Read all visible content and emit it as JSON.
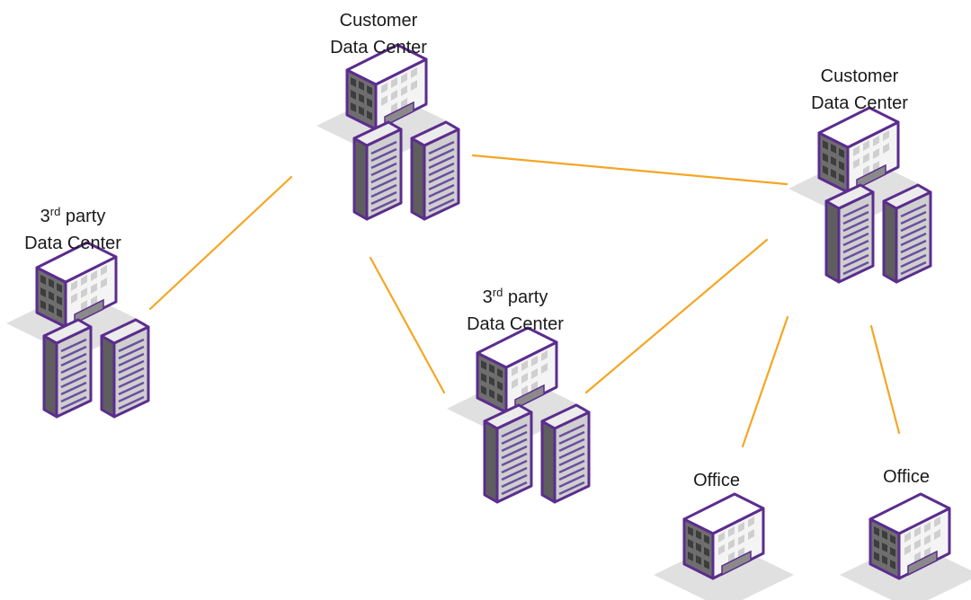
{
  "colors": {
    "link": "#f5a623",
    "outline": "#5b2d8e",
    "shadow": "#dedede"
  },
  "nodes": [
    {
      "id": "customer-dc-1",
      "kind": "datacenter",
      "line1": "Customer",
      "line2": "Data Center"
    },
    {
      "id": "customer-dc-2",
      "kind": "datacenter",
      "line1": "Customer",
      "line2": "Data Center"
    },
    {
      "id": "third-party-dc-1",
      "kind": "datacenter",
      "ord_num": "3",
      "ord_suffix": "rd",
      "line1_rest": " party",
      "line2": "Data Center"
    },
    {
      "id": "third-party-dc-2",
      "kind": "datacenter",
      "ord_num": "3",
      "ord_suffix": "rd",
      "line1_rest": " party",
      "line2": "Data Center"
    },
    {
      "id": "office-1",
      "kind": "office",
      "line1": "Office"
    },
    {
      "id": "office-2",
      "kind": "office",
      "line1": "Office"
    }
  ],
  "links": [
    {
      "from": "third-party-dc-1",
      "to": "customer-dc-1"
    },
    {
      "from": "customer-dc-1",
      "to": "customer-dc-2"
    },
    {
      "from": "customer-dc-1",
      "to": "third-party-dc-2"
    },
    {
      "from": "third-party-dc-2",
      "to": "customer-dc-2"
    },
    {
      "from": "customer-dc-2",
      "to": "office-1"
    },
    {
      "from": "customer-dc-2",
      "to": "office-2"
    }
  ]
}
